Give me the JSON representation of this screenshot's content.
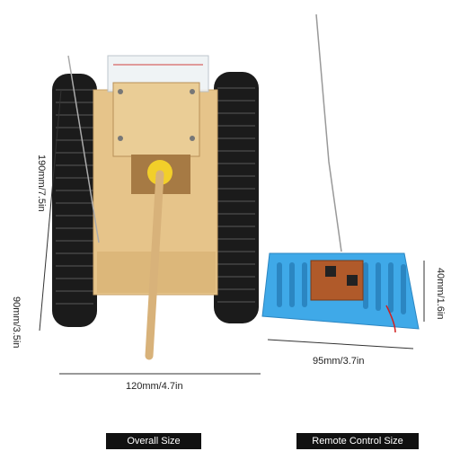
{
  "product_photo": {
    "dimensions": {
      "tank_height": "190mm/7.5in",
      "tank_side": "90mm/3.5in",
      "tank_width": "120mm/4.7in",
      "remote_width": "95mm/3.7in",
      "remote_height": "40mm/1.6in"
    },
    "captions": {
      "overall": "Overall Size",
      "remote": "Remote Control Size"
    },
    "colors": {
      "wood": "#e6c48a",
      "track": "#1a1a1a",
      "remote_board": "#3fa9e8",
      "caption_bg": "#111111"
    }
  }
}
